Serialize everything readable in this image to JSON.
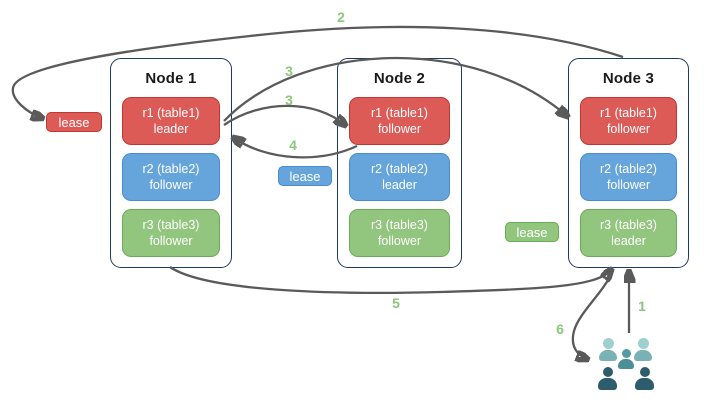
{
  "colors": {
    "replica_red": "#DC5B57",
    "replica_red_border": "#C13532",
    "replica_blue": "#65A5DC",
    "replica_blue_border": "#4A8CCB",
    "replica_green": "#92C57E",
    "replica_green_border": "#6CAB55",
    "node_border": "#1F3A5E",
    "arrow": "#5A5A5A",
    "step_label": "#8BC77B",
    "users_light": "#9FD0D0",
    "users_medium": "#539AA2",
    "users_dark": "#2D5D6D"
  },
  "nodes": [
    {
      "title": "Node 1",
      "replicas": [
        {
          "line1": "r1 (table1)",
          "line2": "leader",
          "color": "red"
        },
        {
          "line1": "r2 (table2)",
          "line2": "follower",
          "color": "blue"
        },
        {
          "line1": "r3 (table3)",
          "line2": "follower",
          "color": "green"
        }
      ]
    },
    {
      "title": "Node 2",
      "replicas": [
        {
          "line1": "r1 (table1)",
          "line2": "follower",
          "color": "red"
        },
        {
          "line1": "r2 (table2)",
          "line2": "leader",
          "color": "blue"
        },
        {
          "line1": "r3 (table3)",
          "line2": "follower",
          "color": "green"
        }
      ]
    },
    {
      "title": "Node 3",
      "replicas": [
        {
          "line1": "r1 (table1)",
          "line2": "follower",
          "color": "red"
        },
        {
          "line1": "r2 (table2)",
          "line2": "follower",
          "color": "blue"
        },
        {
          "line1": "r3 (table3)",
          "line2": "leader",
          "color": "green"
        }
      ]
    }
  ],
  "leases": [
    {
      "label": "lease",
      "color": "red"
    },
    {
      "label": "lease",
      "color": "blue"
    },
    {
      "label": "lease",
      "color": "green"
    }
  ],
  "steps": [
    {
      "label": "2"
    },
    {
      "label": "3"
    },
    {
      "label": "3"
    },
    {
      "label": "4"
    },
    {
      "label": "5"
    },
    {
      "label": "1"
    },
    {
      "label": "6"
    }
  ],
  "icons": {
    "users": "users-icon"
  }
}
